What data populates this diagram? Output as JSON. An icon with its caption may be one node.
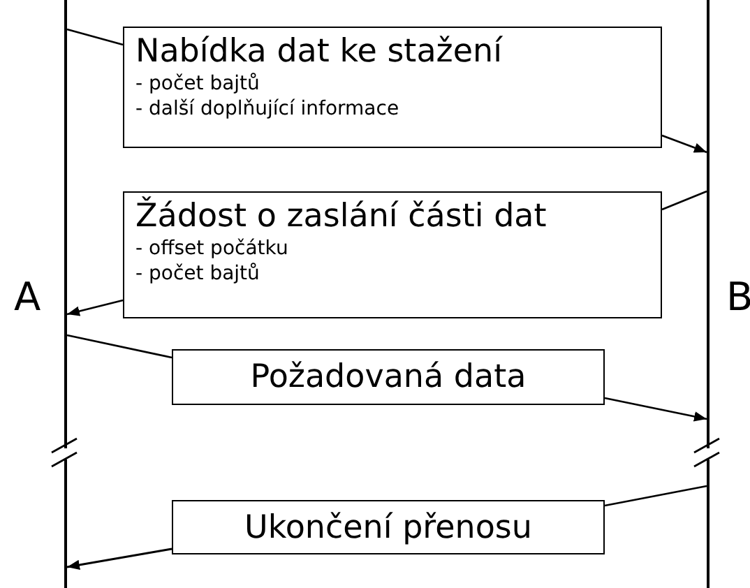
{
  "diagram": {
    "nodes": [
      {
        "text": [
          "A"
        ]
      },
      {
        "text": [
          "B"
        ]
      },
      {
        "text": [
          "Nabídka dat ke stažení",
          "- počet bajtů",
          "- další doplňující informace"
        ]
      },
      {
        "text": [
          "Žádost o zaslání části dat",
          "- offset počátku",
          "- počet bajtů"
        ]
      },
      {
        "text": [
          "Požadovaná data"
        ]
      },
      {
        "text": [
          "Ukončení přenosu"
        ]
      }
    ],
    "edges": [
      {
        "from": 0,
        "to": 2,
        "arrow": "none"
      },
      {
        "from": 2,
        "to": 1,
        "arrow": "to"
      },
      {
        "from": 1,
        "to": 3,
        "arrow": "none"
      },
      {
        "from": 3,
        "to": 0,
        "arrow": "to"
      },
      {
        "from": 0,
        "to": 4,
        "arrow": "none"
      },
      {
        "from": 4,
        "to": 1,
        "arrow": "to"
      },
      {
        "from": 1,
        "to": 5,
        "arrow": "none"
      },
      {
        "from": 5,
        "to": 0,
        "arrow": "to"
      }
    ]
  }
}
